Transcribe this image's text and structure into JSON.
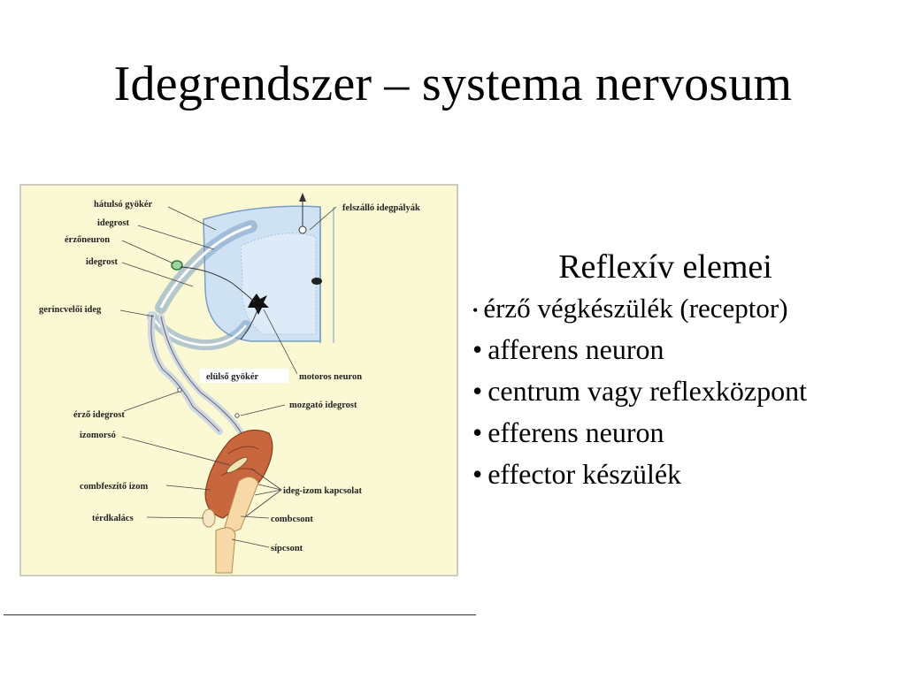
{
  "title": "Idegrendszer – systema nervosum",
  "figure": {
    "labels": {
      "hatulso_gyoker": "hátulsó gyökér",
      "idegrost_1": "idegrost",
      "erzoneuron": "érzőneuron",
      "idegrost_2": "idegrost",
      "gerincveloi_ideg": "gerincvelői ideg",
      "felszallo_idegpalyak": "felszálló idegpályák",
      "motoros_neuron": "motoros neuron",
      "elulso_gyoker": "elülső gyökér",
      "mozgato_idegrost": "mozgató idegrost",
      "erzo_idegrost": "érző idegrost",
      "izomorso": "izomorsó",
      "combfeszito_izom": "combfeszítő izom",
      "ideg_izom_kapcsolat": "ideg-izom kapcsolat",
      "terdkalacs": "térdkalács",
      "combcsont": "combcsont",
      "sipcsont": "sípcsont"
    }
  },
  "panel": {
    "heading": "Reflexív elemei",
    "items": [
      "érző végkészülék (receptor)",
      "afferens neuron",
      "centrum vagy reflexközpont",
      "efferens neuron",
      "effector készülék"
    ],
    "bullet": "•"
  }
}
